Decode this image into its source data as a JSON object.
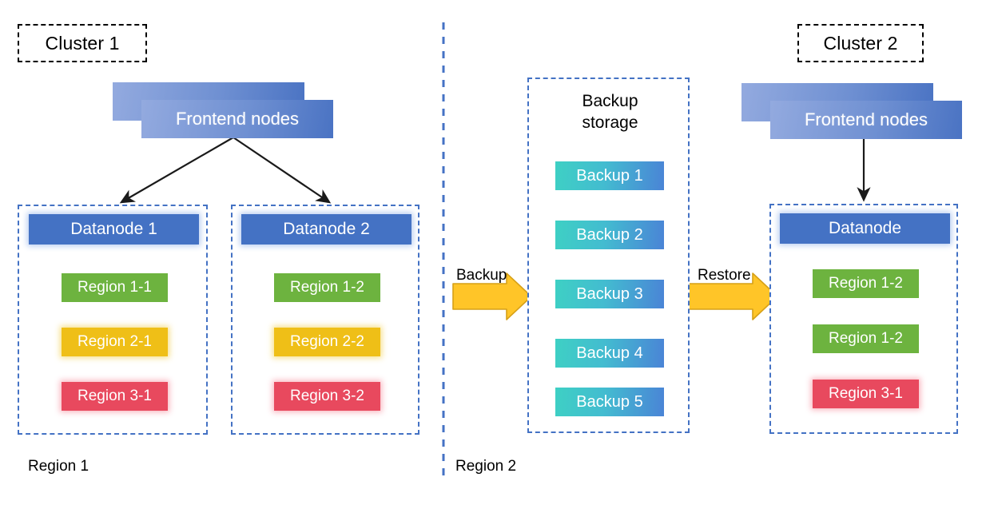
{
  "diagram": {
    "title_cluster1": "Cluster 1",
    "title_cluster2": "Cluster 2",
    "frontend_label_left": "Frontend nodes",
    "frontend_label_right": "Frontend nodes",
    "backup_storage_title_line1": "Backup",
    "backup_storage_title_line2": "storage",
    "arrow_backup_label": "Backup",
    "arrow_restore_label": "Restore",
    "region_label_1": "Region 1",
    "region_label_2": "Region 2",
    "colors": {
      "node_blue": "#4472C4",
      "region_green": "#6DB33F",
      "region_yellow": "#EFBF17",
      "region_red": "#E8495E",
      "backup_gradient_from": "#3ED0C4",
      "backup_gradient_to": "#4A84D6",
      "frontend_gradient_from": "#93AADF",
      "frontend_gradient_to": "#4A73C3",
      "arrow_fill": "#FFC528",
      "arrow_stroke": "#D6A017",
      "dashed_blue": "#4472C4",
      "dashed_black": "#000000",
      "connector_black": "#1A1A1A"
    },
    "cluster1": {
      "datanodes": [
        {
          "header": "Datanode 1",
          "regions": [
            {
              "label": "Region 1-1",
              "color": "green"
            },
            {
              "label": "Region 2-1",
              "color": "yellow"
            },
            {
              "label": "Region 3-1",
              "color": "red"
            }
          ]
        },
        {
          "header": "Datanode 2",
          "regions": [
            {
              "label": "Region 1-2",
              "color": "green"
            },
            {
              "label": "Region 2-2",
              "color": "yellow"
            },
            {
              "label": "Region 3-2",
              "color": "red"
            }
          ]
        }
      ]
    },
    "backup_storage": {
      "items": [
        {
          "label": "Backup 1"
        },
        {
          "label": "Backup 2"
        },
        {
          "label": "Backup 3"
        },
        {
          "label": "Backup 4"
        },
        {
          "label": "Backup 5"
        }
      ]
    },
    "cluster2": {
      "datanode": {
        "header": "Datanode",
        "regions": [
          {
            "label": "Region 1-2",
            "color": "green"
          },
          {
            "label": "Region 1-2",
            "color": "green"
          },
          {
            "label": "Region 3-1",
            "color": "red"
          }
        ]
      }
    }
  }
}
